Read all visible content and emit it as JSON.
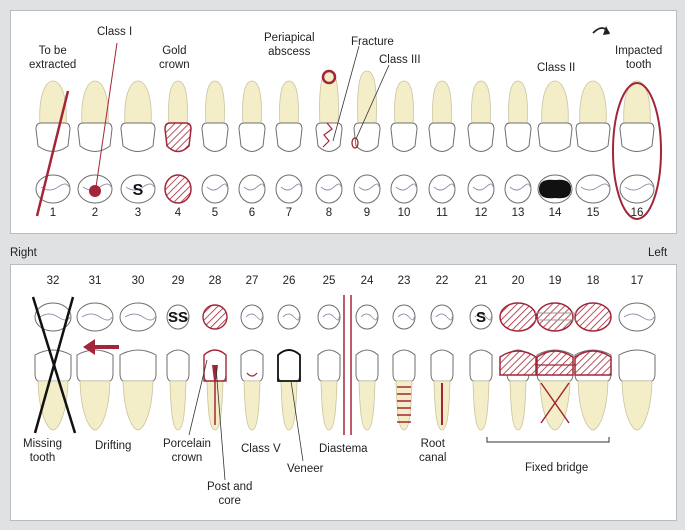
{
  "upper": {
    "numbers": [
      "1",
      "2",
      "3",
      "4",
      "5",
      "6",
      "7",
      "8",
      "9",
      "10",
      "11",
      "12",
      "13",
      "14",
      "15",
      "16"
    ],
    "labels": {
      "extract": "To be\nextracted",
      "class1": "Class I",
      "gold": "Gold\ncrown",
      "abscess": "Periapical\nabscess",
      "fracture": "Fracture",
      "class3": "Class III",
      "class2": "Class II",
      "impacted": "Impacted\ntooth"
    },
    "markers": {
      "sealant": "S"
    }
  },
  "sides": {
    "right": "Right",
    "left": "Left"
  },
  "lower": {
    "numbers": [
      "32",
      "31",
      "30",
      "29",
      "28",
      "27",
      "26",
      "25",
      "24",
      "23",
      "22",
      "21",
      "20",
      "19",
      "18",
      "17"
    ],
    "labels": {
      "missing": "Missing\ntooth",
      "drifting": "Drifting",
      "porcelain": "Porcelain\ncrown",
      "post": "Post and\ncore",
      "class5": "Class V",
      "veneer": "Veneer",
      "diastema": "Diastema",
      "root": "Root\ncanal",
      "bridge": "Fixed bridge"
    },
    "markers": {
      "stainless": "SS",
      "sealant": "S"
    }
  },
  "colors": {
    "marker": "#a32638",
    "tooth": "#f4eec8",
    "enamel": "#ffffff",
    "outline": "#6e6e6e"
  }
}
